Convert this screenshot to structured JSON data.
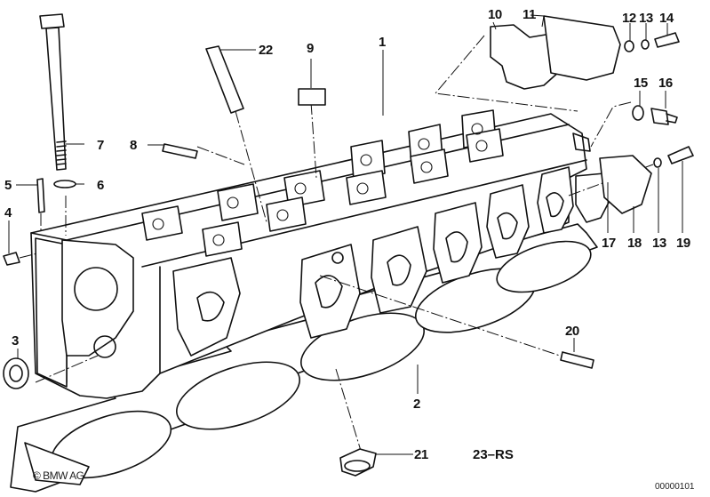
{
  "diagram": {
    "title": "Cylinder head exploded view",
    "callouts": [
      {
        "id": "1",
        "label": "1",
        "part": "cylinder-head"
      },
      {
        "id": "2",
        "label": "2",
        "part": "cylinder-head-gasket"
      },
      {
        "id": "3",
        "label": "3",
        "part": "screw-plug"
      },
      {
        "id": "4",
        "label": "4",
        "part": "dowel-sleeve"
      },
      {
        "id": "5",
        "label": "5",
        "part": "stud"
      },
      {
        "id": "6",
        "label": "6",
        "part": "washer"
      },
      {
        "id": "7",
        "label": "7",
        "part": "cylinder-head-bolt"
      },
      {
        "id": "8",
        "label": "8",
        "part": "stud"
      },
      {
        "id": "9",
        "label": "9",
        "part": "screw-plug"
      },
      {
        "id": "10",
        "label": "10",
        "part": "gasket"
      },
      {
        "id": "11",
        "label": "11",
        "part": "cover-plate"
      },
      {
        "id": "12",
        "label": "12",
        "part": "washer"
      },
      {
        "id": "13a",
        "label": "13",
        "part": "spring-washer"
      },
      {
        "id": "14",
        "label": "14",
        "part": "hex-bolt"
      },
      {
        "id": "15",
        "label": "15",
        "part": "seal-ring"
      },
      {
        "id": "16",
        "label": "16",
        "part": "temperature-sensor"
      },
      {
        "id": "17",
        "label": "17",
        "part": "gasket"
      },
      {
        "id": "18",
        "label": "18",
        "part": "water-neck-flange"
      },
      {
        "id": "13b",
        "label": "13",
        "part": "spring-washer"
      },
      {
        "id": "19",
        "label": "19",
        "part": "hex-bolt"
      },
      {
        "id": "20",
        "label": "20",
        "part": "stud"
      },
      {
        "id": "21",
        "label": "21",
        "part": "shaft-seal"
      },
      {
        "id": "22",
        "label": "22",
        "part": "valve-guide"
      }
    ],
    "set_label": "23–RS",
    "copyright": "© BMW AG",
    "diagram_code": "00000101"
  }
}
